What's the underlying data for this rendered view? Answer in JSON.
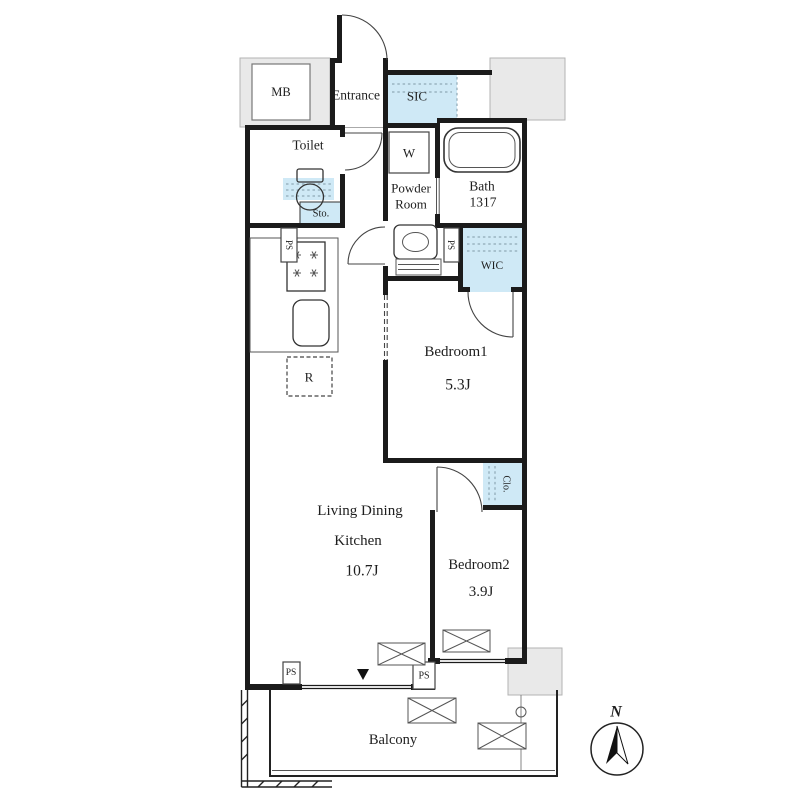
{
  "colors": {
    "highlight_blue": "#cfe9f6",
    "wall_black": "#1b1b1b",
    "common_gray": "#e9e9e9",
    "line_dark": "#333333"
  },
  "labels": {
    "mb": "MB",
    "entrance": "Entrance",
    "sic": "SIC",
    "toilet": "Toilet",
    "washer": "W",
    "powder_line1": "Powder",
    "powder_line2": "Room",
    "bath": "Bath",
    "bath_size": "1317",
    "storage": "Sto.",
    "ps": "PS",
    "wic": "WIC",
    "bedroom1": "Bedroom1",
    "bedroom1_size": "5.3J",
    "closet": "Clo.",
    "ldk_line1": "Living Dining",
    "ldk_line2": "Kitchen",
    "ldk_size": "10.7J",
    "bedroom2": "Bedroom2",
    "bedroom2_size": "3.9J",
    "refrigerator": "R",
    "balcony": "Balcony",
    "compass_north": "N"
  }
}
